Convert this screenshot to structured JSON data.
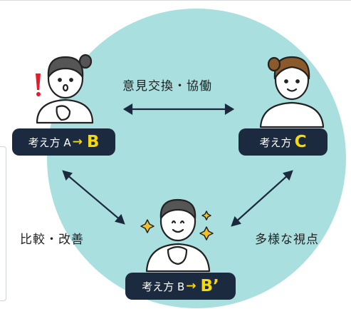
{
  "center_label": "意見交換・協働",
  "left_label": "比較・改善",
  "right_label": "多様な視点",
  "person_a": {
    "prefix": "考え方 A",
    "arrow": "→",
    "highlight": "B"
  },
  "person_c": {
    "prefix": "考え方",
    "highlight": "C"
  },
  "person_b": {
    "prefix": "考え方 B",
    "arrow": "→",
    "highlight": "B’"
  },
  "colors": {
    "circle": "#a9dfdf",
    "pill": "#1b2a3e",
    "highlight": "#f5d90a",
    "exclaim": "#e8192c",
    "sparkle": "#f0c02a"
  }
}
